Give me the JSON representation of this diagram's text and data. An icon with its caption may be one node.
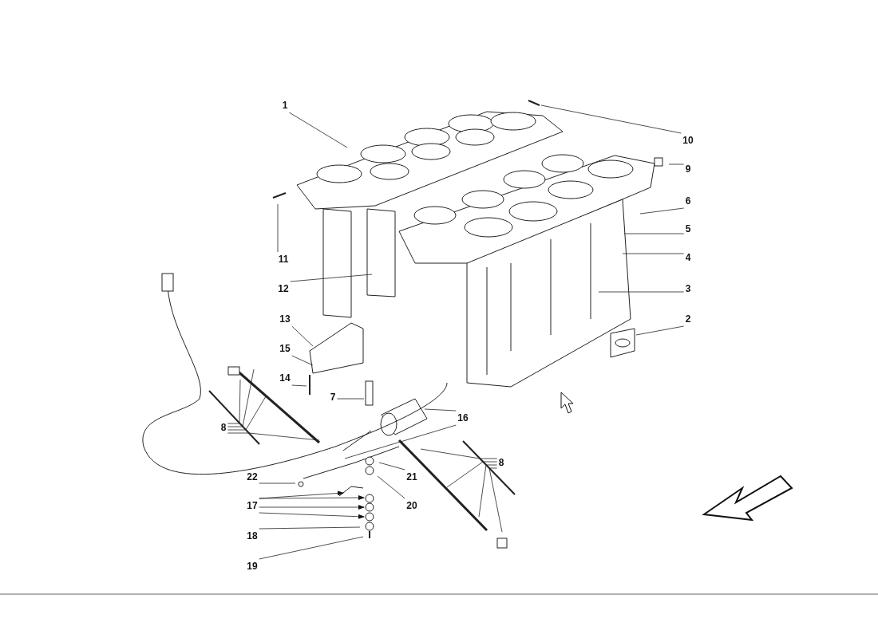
{
  "diagram": {
    "nodes": [
      {
        "text": [
          "1"
        ]
      },
      {
        "text": [
          "10"
        ]
      },
      {
        "text": [
          "9"
        ]
      },
      {
        "text": [
          "6"
        ]
      },
      {
        "text": [
          "5"
        ]
      },
      {
        "text": [
          "11"
        ]
      },
      {
        "text": [
          "4"
        ]
      },
      {
        "text": [
          "12"
        ]
      },
      {
        "text": [
          "3"
        ]
      },
      {
        "text": [
          "2"
        ]
      },
      {
        "text": [
          "13"
        ]
      },
      {
        "text": [
          "15"
        ]
      },
      {
        "text": [
          "14"
        ]
      },
      {
        "text": [
          "7"
        ]
      },
      {
        "text": [
          "16"
        ]
      },
      {
        "text": [
          "8"
        ]
      },
      {
        "text": [
          "8"
        ]
      },
      {
        "text": [
          "22"
        ]
      },
      {
        "text": [
          "21"
        ]
      },
      {
        "text": [
          "17"
        ]
      },
      {
        "text": [
          "20"
        ]
      },
      {
        "text": [
          "18"
        ]
      },
      {
        "text": [
          "19"
        ]
      }
    ],
    "edges": [
      {
        "from": 0,
        "to": null,
        "arrow": "none"
      },
      {
        "from": 1,
        "to": null,
        "arrow": "none"
      },
      {
        "from": 2,
        "to": null,
        "arrow": "none"
      },
      {
        "from": 3,
        "to": null,
        "arrow": "none"
      },
      {
        "from": 4,
        "to": null,
        "arrow": "none"
      },
      {
        "from": 5,
        "to": null,
        "arrow": "none"
      },
      {
        "from": 6,
        "to": null,
        "arrow": "none"
      },
      {
        "from": 7,
        "to": null,
        "arrow": "none"
      },
      {
        "from": 8,
        "to": null,
        "arrow": "none"
      },
      {
        "from": 9,
        "to": null,
        "arrow": "none"
      },
      {
        "from": 10,
        "to": null,
        "arrow": "none"
      },
      {
        "from": 11,
        "to": null,
        "arrow": "none"
      },
      {
        "from": 12,
        "to": null,
        "arrow": "none"
      },
      {
        "from": 13,
        "to": null,
        "arrow": "none"
      },
      {
        "from": 14,
        "to": null,
        "arrow": "none"
      },
      {
        "from": 14,
        "to": null,
        "arrow": "none"
      },
      {
        "from": 15,
        "to": null,
        "arrow": "none"
      },
      {
        "from": 15,
        "to": null,
        "arrow": "none"
      },
      {
        "from": 15,
        "to": null,
        "arrow": "none"
      },
      {
        "from": 15,
        "to": null,
        "arrow": "none"
      },
      {
        "from": 16,
        "to": null,
        "arrow": "none"
      },
      {
        "from": 16,
        "to": null,
        "arrow": "none"
      },
      {
        "from": 16,
        "to": null,
        "arrow": "none"
      },
      {
        "from": 16,
        "to": null,
        "arrow": "none"
      },
      {
        "from": 17,
        "to": null,
        "arrow": "none"
      },
      {
        "from": 18,
        "to": null,
        "arrow": "none"
      },
      {
        "from": 19,
        "to": null,
        "arrow": "to"
      },
      {
        "from": 19,
        "to": null,
        "arrow": "to"
      },
      {
        "from": 19,
        "to": null,
        "arrow": "to"
      },
      {
        "from": 19,
        "to": null,
        "arrow": "to"
      },
      {
        "from": 20,
        "to": null,
        "arrow": "none"
      },
      {
        "from": 21,
        "to": null,
        "arrow": "none"
      },
      {
        "from": 22,
        "to": null,
        "arrow": "none"
      }
    ]
  }
}
